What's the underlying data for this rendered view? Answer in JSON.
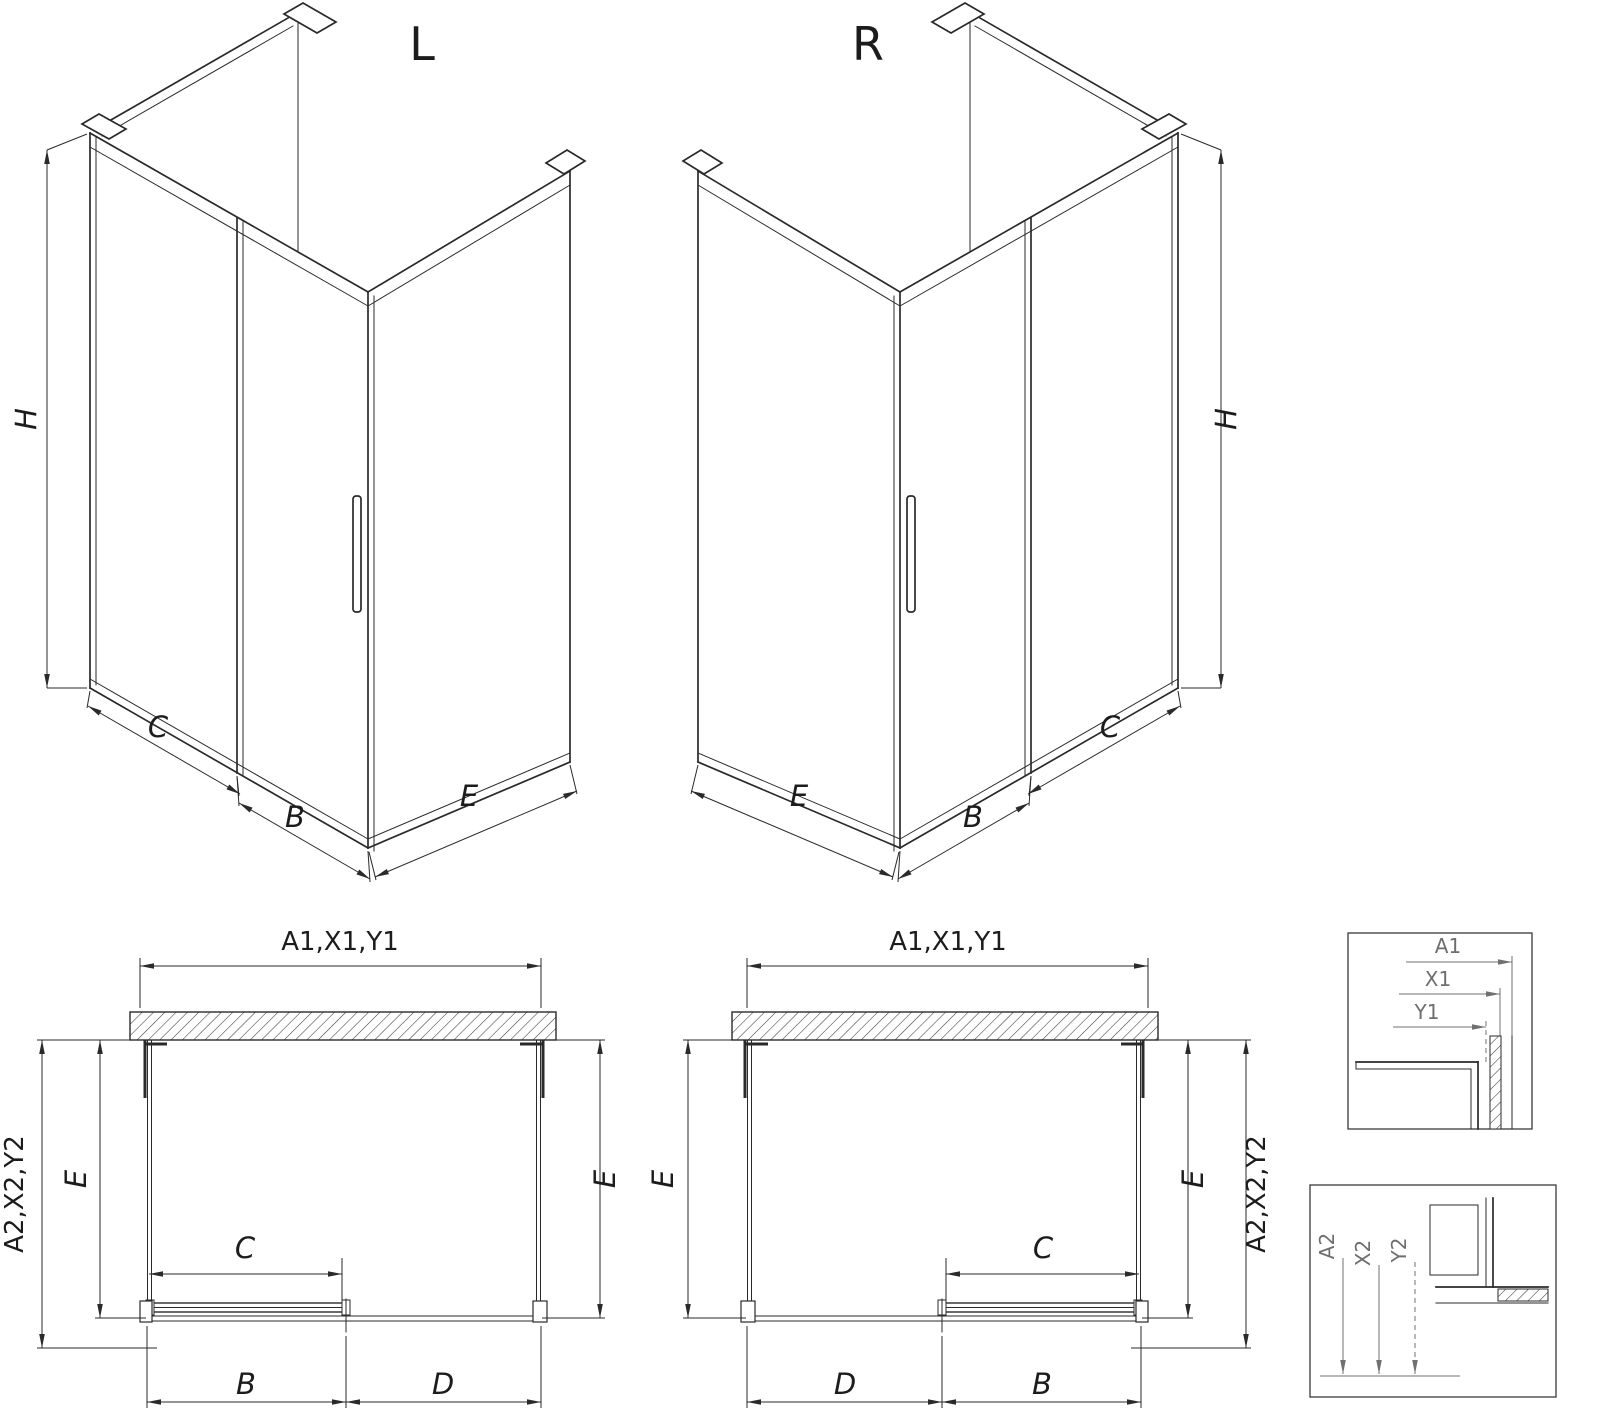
{
  "iso_left": {
    "variant_label": "L",
    "dim_height": "H",
    "dim_c": "C",
    "dim_b": "B",
    "dim_e": "E"
  },
  "iso_right": {
    "variant_label": "R",
    "dim_height": "H",
    "dim_c": "C",
    "dim_b": "B",
    "dim_e": "E"
  },
  "plan_left": {
    "dim_top": "A1,X1,Y1",
    "dim_side": "A2,X2,Y2",
    "dim_e_left": "E",
    "dim_e_right": "E",
    "dim_c": "C",
    "dim_b": "B",
    "dim_d": "D"
  },
  "plan_right": {
    "dim_top": "A1,X1,Y1",
    "dim_side": "A2,X2,Y2",
    "dim_e_left": "E",
    "dim_e_right": "E",
    "dim_c": "C",
    "dim_b": "B",
    "dim_d": "D"
  },
  "detail_top": {
    "dim_a1": "A1",
    "dim_x1": "X1",
    "dim_y1": "Y1"
  },
  "detail_bottom": {
    "dim_a2": "A2",
    "dim_x2": "X2",
    "dim_y2": "Y2"
  },
  "colors": {
    "line": "#2a2a2a",
    "detail": "#707070",
    "background": "#ffffff"
  }
}
